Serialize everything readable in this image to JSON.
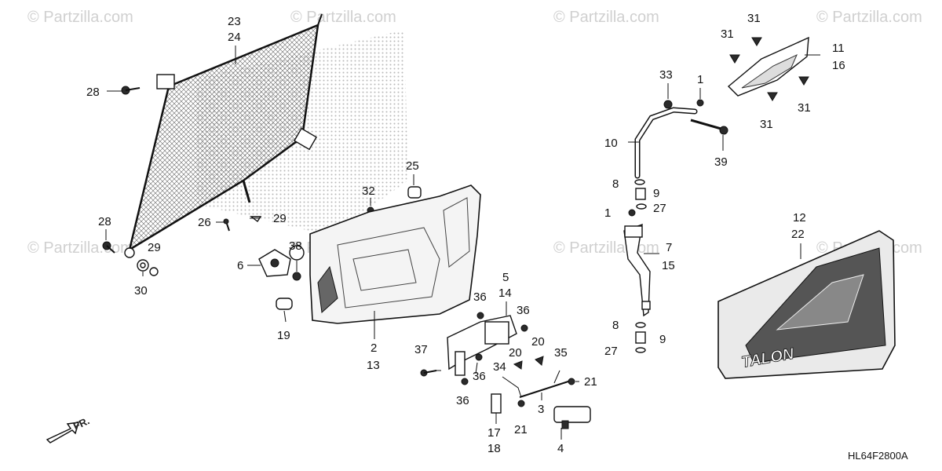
{
  "watermark_text": "© Partzilla.com",
  "diagram_code": "HL64F2800A",
  "front_arrow_label": "FR.",
  "callouts": {
    "c23": "23",
    "c24": "24",
    "c28a": "28",
    "c28b": "28",
    "c26": "26",
    "c29a": "29",
    "c29b": "29",
    "c30": "30",
    "c6": "6",
    "c19": "19",
    "c38": "38",
    "c32": "32",
    "c25": "25",
    "c2": "2",
    "c13": "13",
    "c5": "5",
    "c14": "14",
    "c36a": "36",
    "c36b": "36",
    "c36c": "36",
    "c36d": "36",
    "c37": "37",
    "c20a": "20",
    "c20b": "20",
    "c34": "34",
    "c35": "35",
    "c3": "3",
    "c21a": "21",
    "c21b": "21",
    "c17": "17",
    "c18": "18",
    "c4": "4",
    "c33": "33",
    "c1a": "1",
    "c1b": "1",
    "c10": "10",
    "c39": "39",
    "c8a": "8",
    "c8b": "8",
    "c9a": "9",
    "c9b": "9",
    "c27a": "27",
    "c27b": "27",
    "c7": "7",
    "c15": "15",
    "c31a": "31",
    "c31b": "31",
    "c31c": "31",
    "c31d": "31",
    "c11": "11",
    "c16": "16",
    "c12": "12",
    "c22": "22"
  }
}
